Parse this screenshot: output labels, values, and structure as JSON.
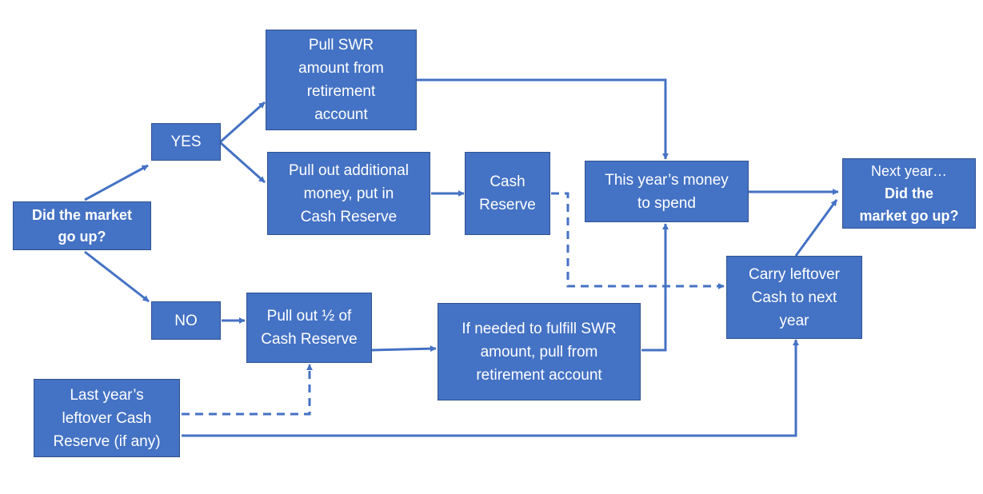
{
  "diagram": {
    "colors": {
      "box_fill": "#4472c4",
      "box_border": "#2f528f",
      "arrow": "#4472c4",
      "text": "#ffffff"
    },
    "nodes": {
      "start": {
        "lines": [
          "Did the market",
          "go up?"
        ]
      },
      "yes": {
        "lines": [
          "YES"
        ]
      },
      "no": {
        "lines": [
          "NO"
        ]
      },
      "pull_swr": {
        "lines": [
          "Pull SWR",
          "amount from",
          "retirement",
          "account"
        ]
      },
      "pull_additional": {
        "lines": [
          "Pull out additional",
          "money, put in",
          "Cash Reserve"
        ]
      },
      "cash_reserve": {
        "lines": [
          "Cash",
          "Reserve"
        ]
      },
      "this_year": {
        "lines": [
          "This year’s money",
          "to spend"
        ]
      },
      "next_year": {
        "lines": [
          "Next year…",
          "Did the",
          "market go up?"
        ]
      },
      "pull_half": {
        "lines": [
          "Pull out ½ of",
          "Cash Reserve"
        ]
      },
      "if_needed": {
        "lines": [
          "If needed to fulfill SWR",
          "amount, pull from",
          "retirement account"
        ]
      },
      "carry_leftover": {
        "lines": [
          "Carry leftover",
          "Cash to next",
          "year"
        ]
      },
      "last_year": {
        "lines": [
          "Last year’s",
          "leftover Cash",
          "Reserve (if any)"
        ]
      }
    },
    "connections": [
      {
        "from": "start",
        "to": "yes",
        "style": "solid"
      },
      {
        "from": "start",
        "to": "no",
        "style": "solid"
      },
      {
        "from": "yes",
        "to": "pull_swr",
        "style": "solid"
      },
      {
        "from": "yes",
        "to": "pull_additional",
        "style": "solid"
      },
      {
        "from": "pull_additional",
        "to": "cash_reserve",
        "style": "solid"
      },
      {
        "from": "pull_swr",
        "to": "this_year",
        "style": "solid"
      },
      {
        "from": "this_year",
        "to": "next_year",
        "style": "solid"
      },
      {
        "from": "cash_reserve",
        "to": "carry_leftover",
        "style": "dashed"
      },
      {
        "from": "carry_leftover",
        "to": "next_year",
        "style": "solid"
      },
      {
        "from": "no",
        "to": "pull_half",
        "style": "solid"
      },
      {
        "from": "pull_half",
        "to": "if_needed",
        "style": "solid"
      },
      {
        "from": "if_needed",
        "to": "this_year",
        "style": "solid"
      },
      {
        "from": "last_year",
        "to": "pull_half",
        "style": "dashed"
      },
      {
        "from": "last_year",
        "to": "carry_leftover",
        "style": "solid"
      }
    ]
  }
}
